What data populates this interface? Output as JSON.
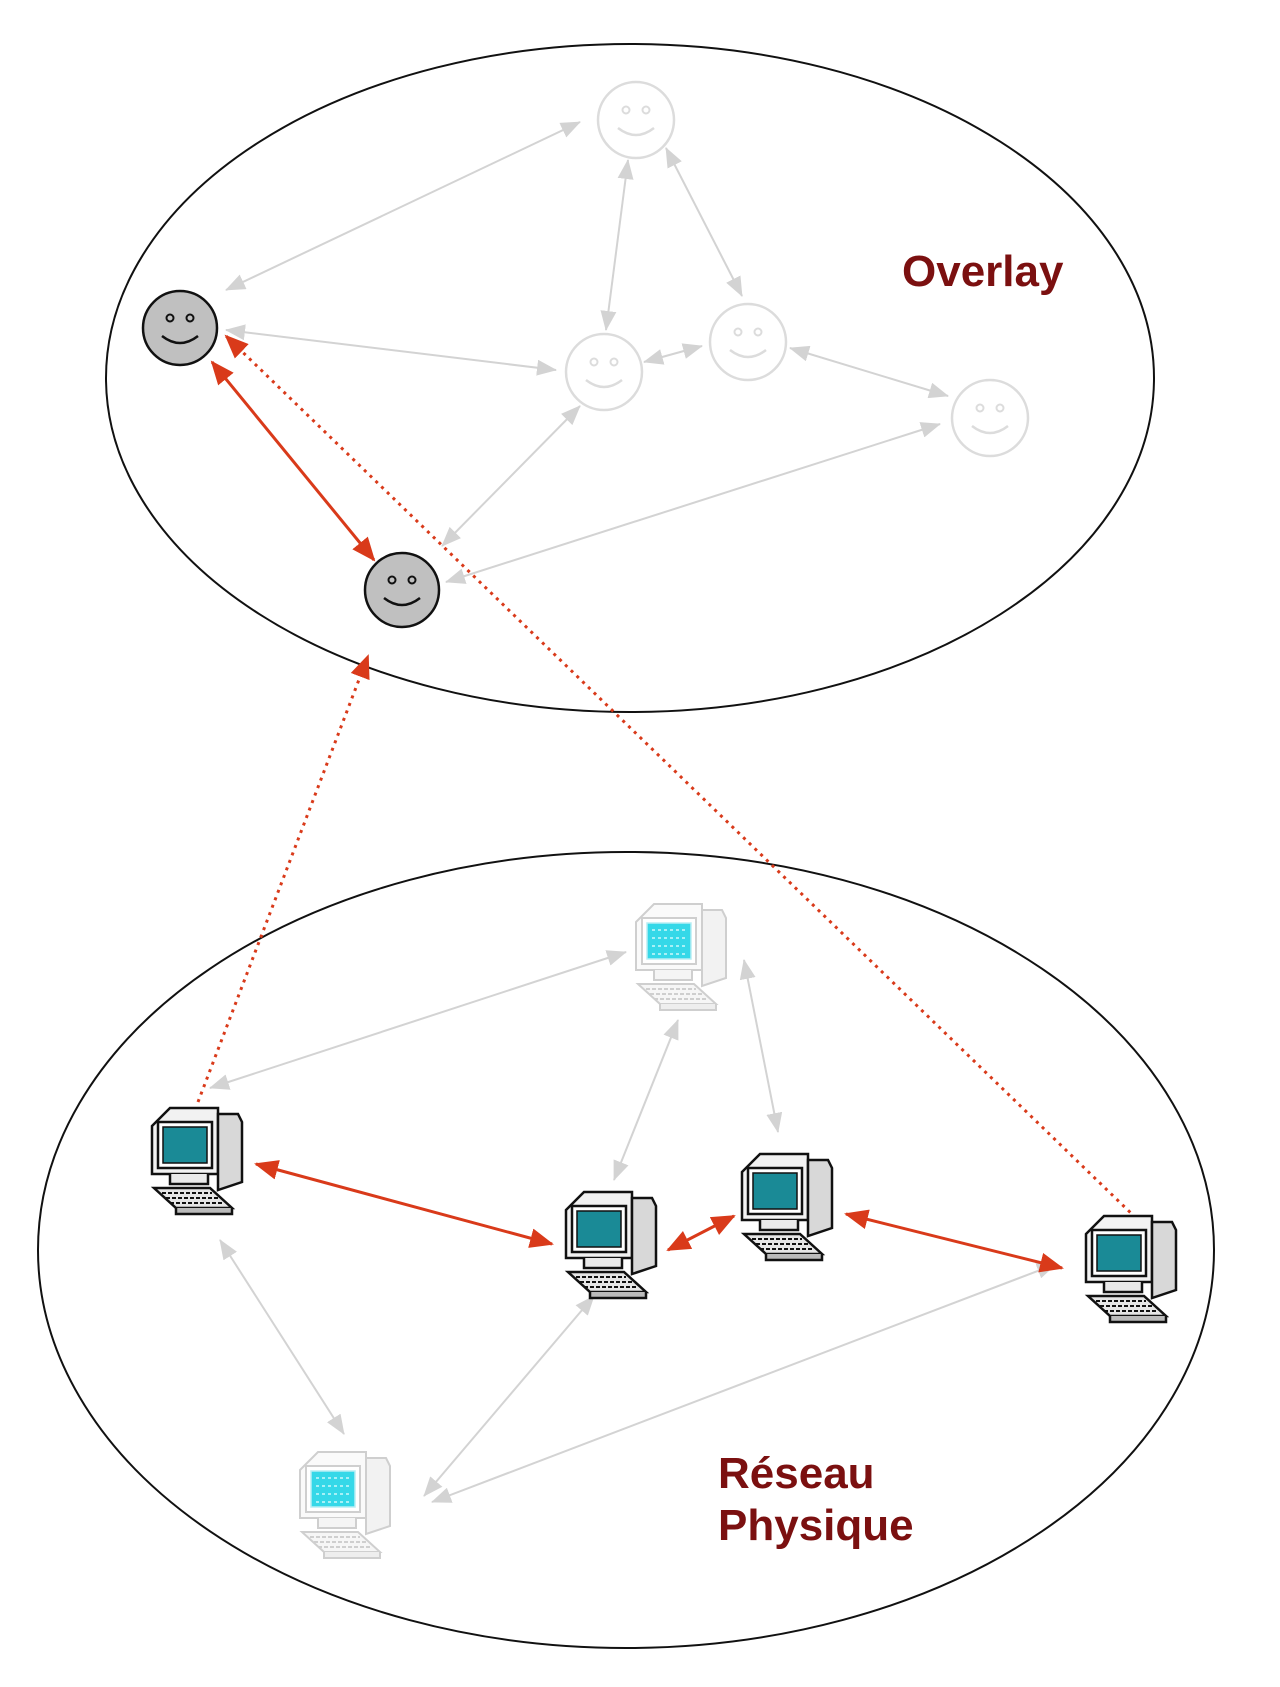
{
  "labels": {
    "overlay": "Overlay",
    "physical_line1": "Réseau",
    "physical_line2": "Physique"
  },
  "colors": {
    "label": "#7b1010",
    "active_link": "#d93a1a",
    "faded_link": "#d3d3d3",
    "active_node_fill": "#c0c0c0",
    "screen": "#1a8a96",
    "faded_screen": "#35d8e8"
  },
  "nodes": {
    "overlay": [
      {
        "id": "overlay-node-a",
        "icon": "smiley-icon",
        "active": true
      },
      {
        "id": "overlay-node-b",
        "icon": "smiley-icon",
        "active": true
      },
      {
        "id": "overlay-node-c",
        "icon": "smiley-icon",
        "active": false
      },
      {
        "id": "overlay-node-d",
        "icon": "smiley-icon",
        "active": false
      },
      {
        "id": "overlay-node-e",
        "icon": "smiley-icon",
        "active": false
      },
      {
        "id": "overlay-node-f",
        "icon": "smiley-icon",
        "active": false
      }
    ],
    "physical": [
      {
        "id": "computer-1",
        "icon": "computer-icon",
        "active": true
      },
      {
        "id": "computer-2",
        "icon": "computer-icon",
        "active": true
      },
      {
        "id": "computer-3",
        "icon": "computer-icon",
        "active": true
      },
      {
        "id": "computer-4",
        "icon": "computer-icon",
        "active": true
      },
      {
        "id": "computer-5",
        "icon": "computer-icon",
        "active": false
      },
      {
        "id": "computer-6",
        "icon": "computer-icon",
        "active": false
      }
    ]
  }
}
